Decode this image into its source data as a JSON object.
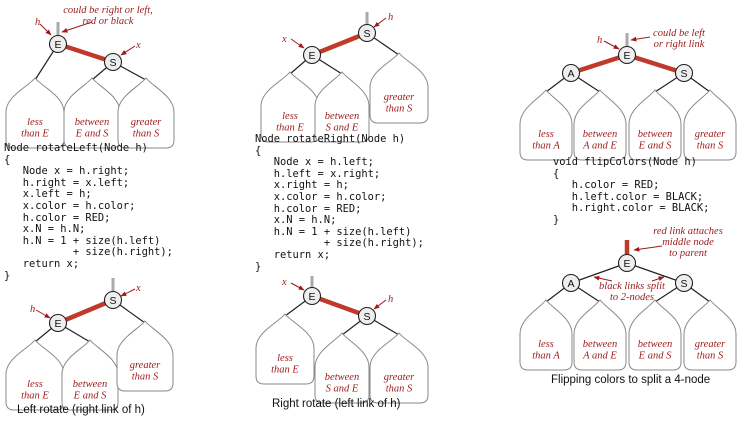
{
  "colors": {
    "red_link": "#c0392b",
    "annotation": "#9b1b1b",
    "black_link": "#222222",
    "subtree_fill": "#ffffff",
    "subtree_stroke": "#888888",
    "node_fill": "#eeeeee"
  },
  "rotate_left": {
    "top": {
      "notes": {
        "h": "h",
        "x": "x",
        "color_note": [
          "could be right or left,",
          "red or black"
        ]
      },
      "nodes": {
        "e": "E",
        "s": "S"
      },
      "subtrees": [
        [
          "less",
          "than E"
        ],
        [
          "between",
          "E and S"
        ],
        [
          "greater",
          "than S"
        ]
      ]
    },
    "code": [
      "Node rotateLeft(Node h)",
      "{",
      "   Node x = h.right;",
      "   h.right = x.left;",
      "   x.left = h;",
      "   x.color = h.color;",
      "   h.color = RED;",
      "   x.N = h.N;",
      "   h.N = 1 + size(h.left)",
      "           + size(h.right);",
      "   return x;",
      "}"
    ],
    "bottom": {
      "notes": {
        "h": "h",
        "x": "x"
      },
      "nodes": {
        "e": "E",
        "s": "S"
      },
      "subtrees": [
        [
          "less",
          "than E"
        ],
        [
          "between",
          "E and S"
        ],
        [
          "greater",
          "than S"
        ]
      ]
    },
    "caption": "Left rotate (right link of h)"
  },
  "rotate_right": {
    "top": {
      "notes": {
        "h": "h",
        "x": "x"
      },
      "nodes": {
        "e": "E",
        "s": "S"
      },
      "subtrees": [
        [
          "less",
          "than E"
        ],
        [
          "between",
          "S and E"
        ],
        [
          "greater",
          "than S"
        ]
      ]
    },
    "code": [
      "Node rotateRight(Node h)",
      "{",
      "   Node x = h.left;",
      "   h.left = x.right;",
      "   x.right = h;",
      "   x.color = h.color;",
      "   h.color = RED;",
      "   x.N = h.N;",
      "   h.N = 1 + size(h.left)",
      "           + size(h.right);",
      "   return x;",
      "}"
    ],
    "bottom": {
      "notes": {
        "h": "h",
        "x": "x"
      },
      "nodes": {
        "e": "E",
        "s": "S"
      },
      "subtrees": [
        [
          "less",
          "than E"
        ],
        [
          "between",
          "S and E"
        ],
        [
          "greater",
          "than S"
        ]
      ]
    },
    "caption": "Right rotate (left link of h)"
  },
  "flip_colors": {
    "top": {
      "notes": {
        "h": "h",
        "link_note": [
          "could be left",
          "or right link"
        ]
      },
      "nodes": {
        "a": "A",
        "e": "E",
        "s": "S"
      },
      "subtrees": [
        [
          "less",
          "than A"
        ],
        [
          "between",
          "A and E"
        ],
        [
          "between",
          "E and S"
        ],
        [
          "greater",
          "than S"
        ]
      ]
    },
    "code": [
      "void flipColors(Node h)",
      "{",
      "   h.color = RED;",
      "   h.left.color = BLACK;",
      "   h.right.color = BLACK;",
      "}"
    ],
    "bottom": {
      "notes": {
        "red_note": [
          "red link attaches",
          "middle node",
          "to parent"
        ],
        "black_note": [
          "black links split",
          "to 2-nodes"
        ]
      },
      "nodes": {
        "a": "A",
        "e": "E",
        "s": "S"
      },
      "subtrees": [
        [
          "less",
          "than A"
        ],
        [
          "between",
          "A and E"
        ],
        [
          "between",
          "E and S"
        ],
        [
          "greater",
          "than S"
        ]
      ]
    },
    "caption": "Flipping colors to split a 4-node"
  }
}
